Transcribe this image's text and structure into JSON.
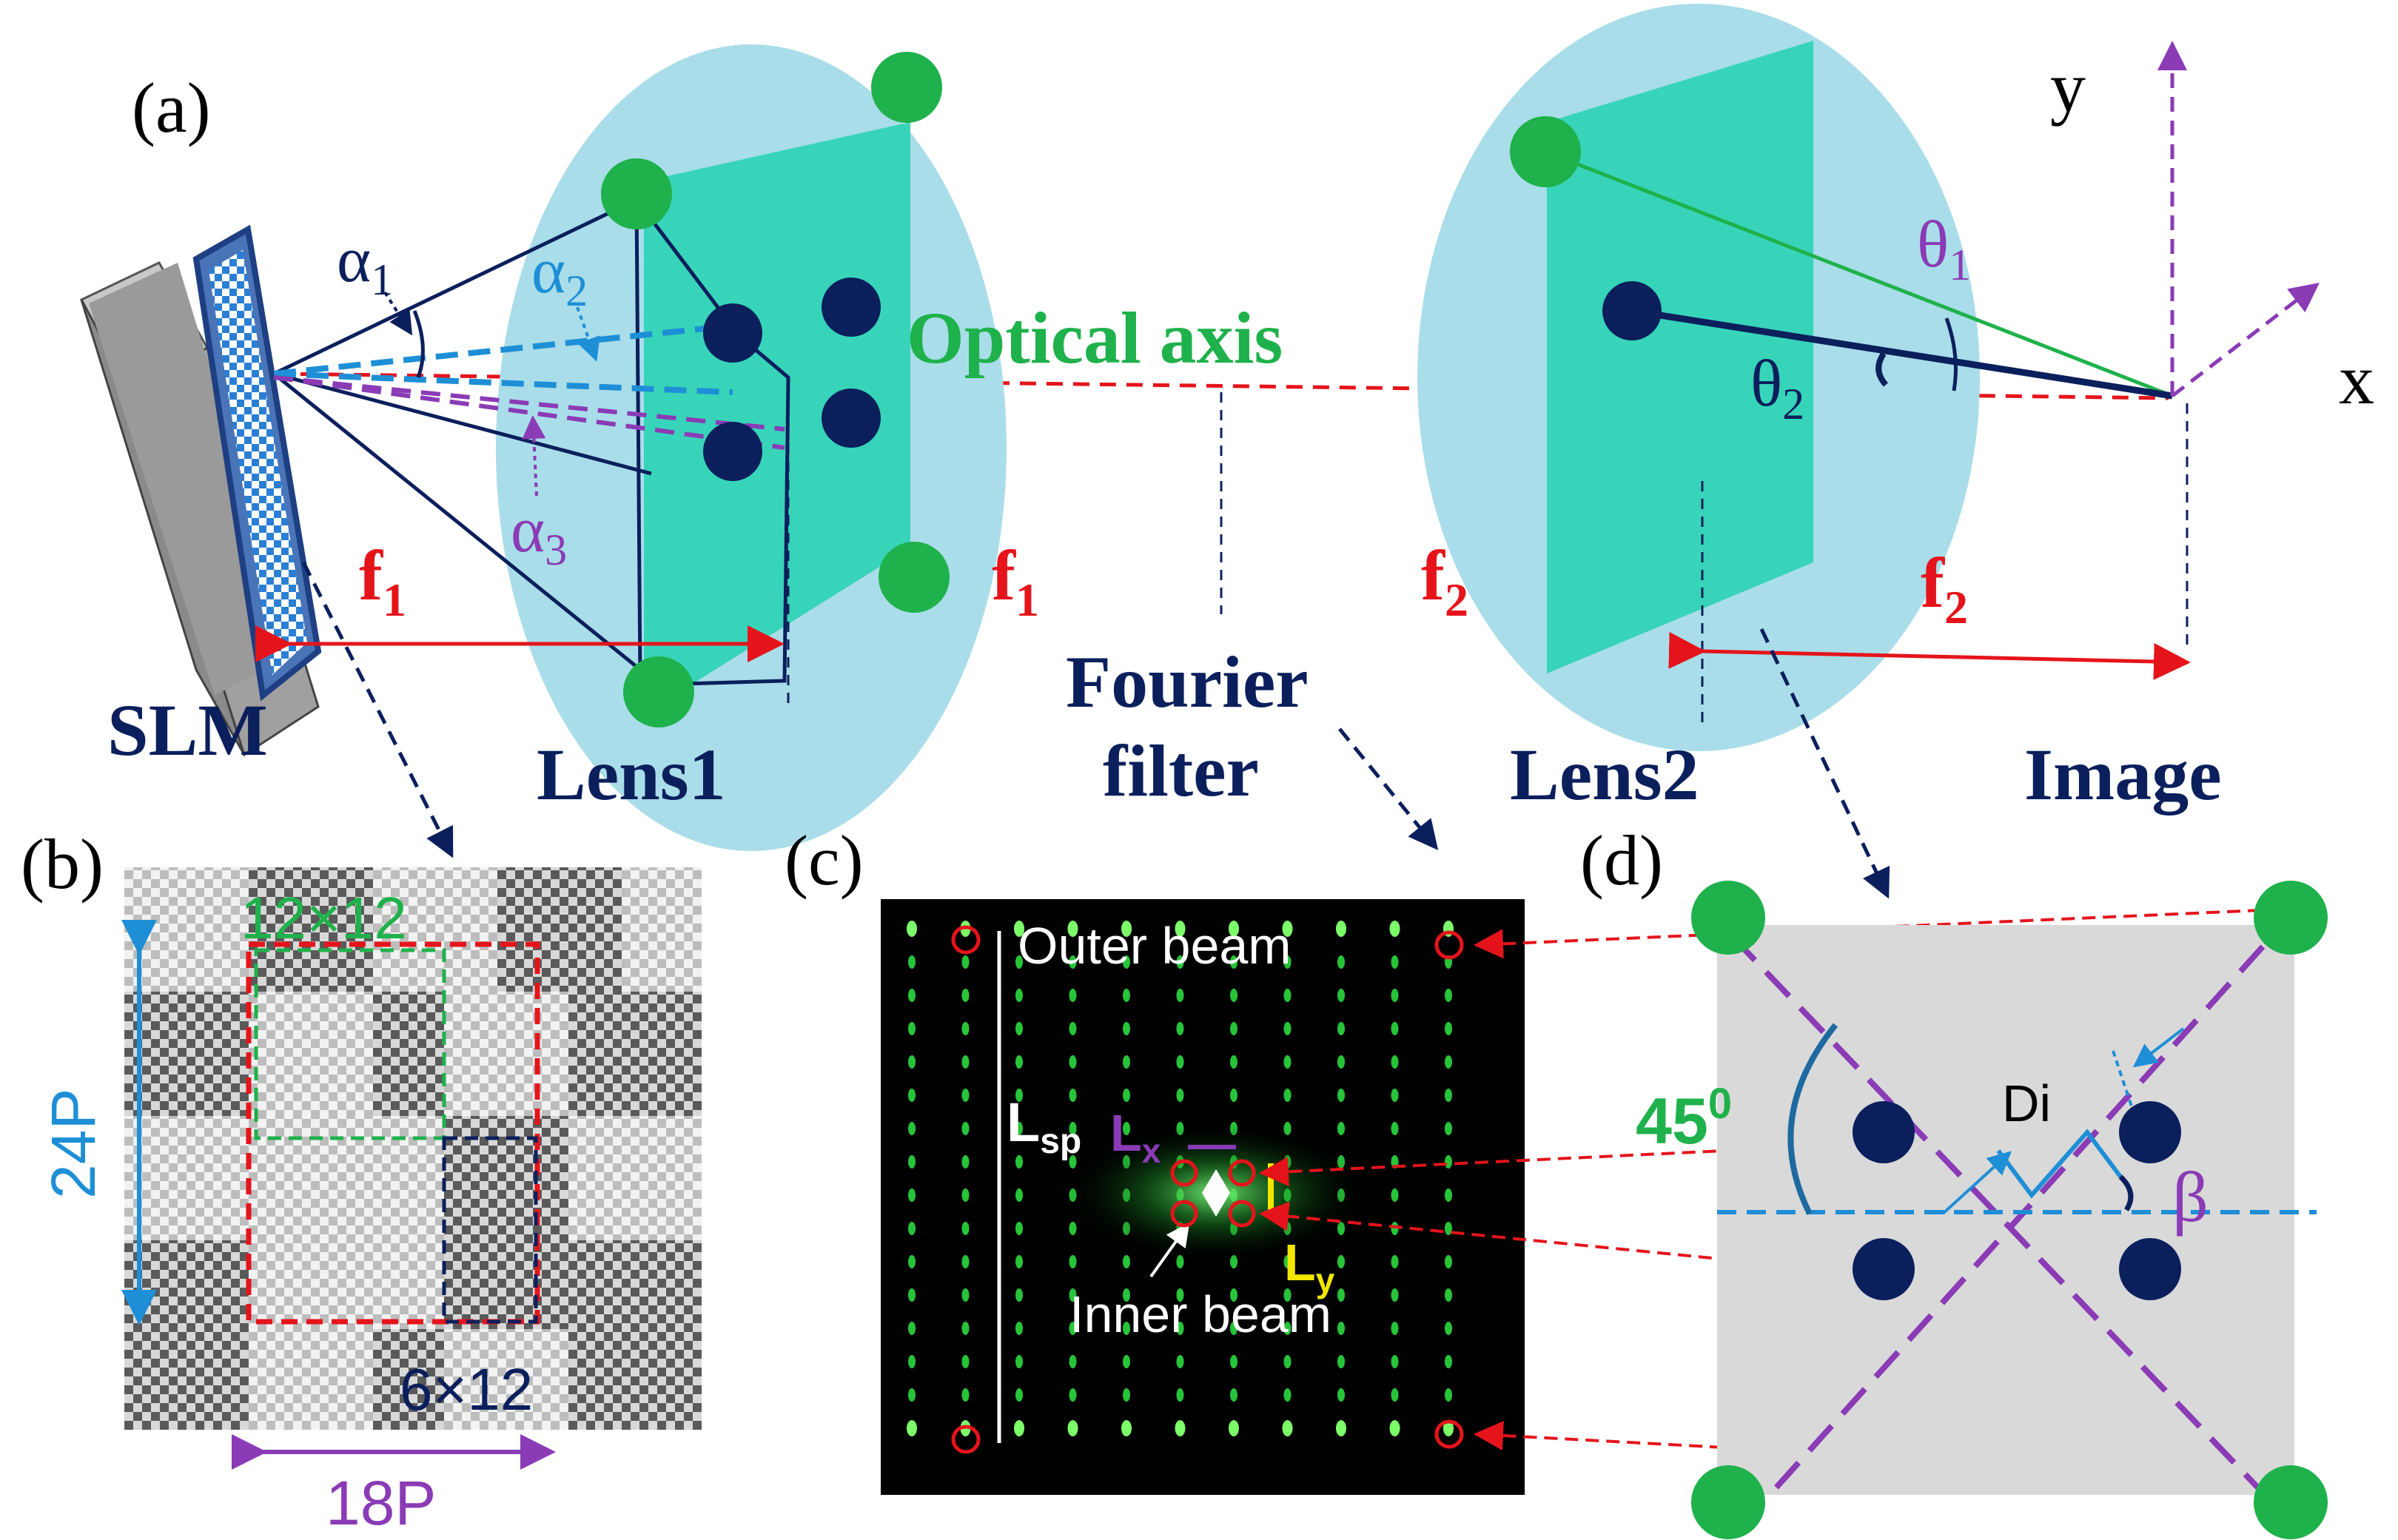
{
  "panels": {
    "a": "(a)",
    "b": "(b)",
    "c": "(c)",
    "d": "(d)"
  },
  "colors": {
    "navy": "#0b1f5c",
    "red": "#e5141b",
    "green": "#1fb14b",
    "teal": "#2ed3b4",
    "lens_bg": "#a9dde9",
    "purple": "#8a3bb5",
    "sky": "#1e8fd6",
    "yellow": "#f2e600"
  },
  "labels": {
    "slm": "SLM",
    "lens1": "Lens1",
    "lens2": "Lens2",
    "fourier_line1": "Fourier",
    "fourier_line2": "filter",
    "image": "Image",
    "optical_axis": "Optical axis",
    "axis_x": "x",
    "axis_y": "y",
    "f1_left": "f",
    "f1_left_sub": "1",
    "f1_right": "f",
    "f1_right_sub": "1",
    "f2_left": "f",
    "f2_left_sub": "2",
    "f2_right": "f",
    "f2_right_sub": "2",
    "alpha1": "α",
    "alpha1_sub": "1",
    "alpha2": "α",
    "alpha2_sub": "2",
    "alpha3": "α",
    "alpha3_sub": "3",
    "theta1": "θ",
    "theta1_sub": "1",
    "theta2": "θ",
    "theta2_sub": "2"
  },
  "panel_b": {
    "block_large": "12×12",
    "block_small": "6×12",
    "period_vertical": "24P",
    "period_horizontal": "18P"
  },
  "panel_c": {
    "outer_beam": "Outer beam",
    "inner_beam": "Inner beam",
    "l_sp": "L",
    "l_sp_sub": "sp",
    "l_x": "L",
    "l_x_sub": "x",
    "l_y": "L",
    "l_y_sub": "y"
  },
  "panel_d": {
    "angle_45": "45",
    "angle_45_sup": "0",
    "di": "Di",
    "beta": "β"
  }
}
